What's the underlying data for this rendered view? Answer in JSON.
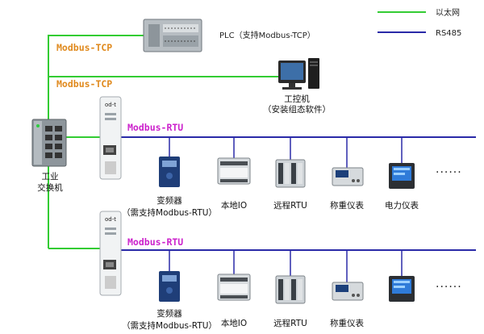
{
  "colors": {
    "ethernet": "#33cc33",
    "rs485": "#2a2aa8",
    "tcp_label": "#e08a1e",
    "rtu_label": "#cc22cc"
  },
  "legend": {
    "ethernet": "以太网",
    "rs485": "RS485"
  },
  "plc_label": "PLC（支持Modbus-TCP）",
  "pc_label_line1": "工控机",
  "pc_label_line2": "（安装组态软件）",
  "switch_label_line1": "工业",
  "switch_label_line2": "交换机",
  "gateway_brand": "od-t",
  "protocols": {
    "tcp_1": "Modbus-TCP",
    "tcp_2": "Modbus-TCP",
    "rtu_1": "Modbus-RTU",
    "rtu_2": "Modbus-RTU"
  },
  "devices_row1": [
    {
      "icon": "inverter-icon",
      "line1": "变频器",
      "line2": "（需支持Modbus-RTU）"
    },
    {
      "icon": "local-io-icon",
      "line1": "本地IO",
      "line2": ""
    },
    {
      "icon": "remote-rtu-icon",
      "line1": "远程RTU",
      "line2": ""
    },
    {
      "icon": "weighing-meter-icon",
      "line1": "称重仪表",
      "line2": ""
    },
    {
      "icon": "power-meter-icon",
      "line1": "电力仪表",
      "line2": ""
    }
  ],
  "devices_row2": [
    {
      "icon": "inverter-icon",
      "line1": "变频器",
      "line2": "（需支持Modbus-RTU）"
    },
    {
      "icon": "local-io-icon",
      "line1": "本地IO",
      "line2": ""
    },
    {
      "icon": "remote-rtu-icon",
      "line1": "远程RTU",
      "line2": ""
    },
    {
      "icon": "weighing-meter-icon",
      "line1": "称重仪表",
      "line2": ""
    },
    {
      "icon": "power-meter-icon",
      "line1": "",
      "line2": ""
    }
  ],
  "ellipsis": "......"
}
